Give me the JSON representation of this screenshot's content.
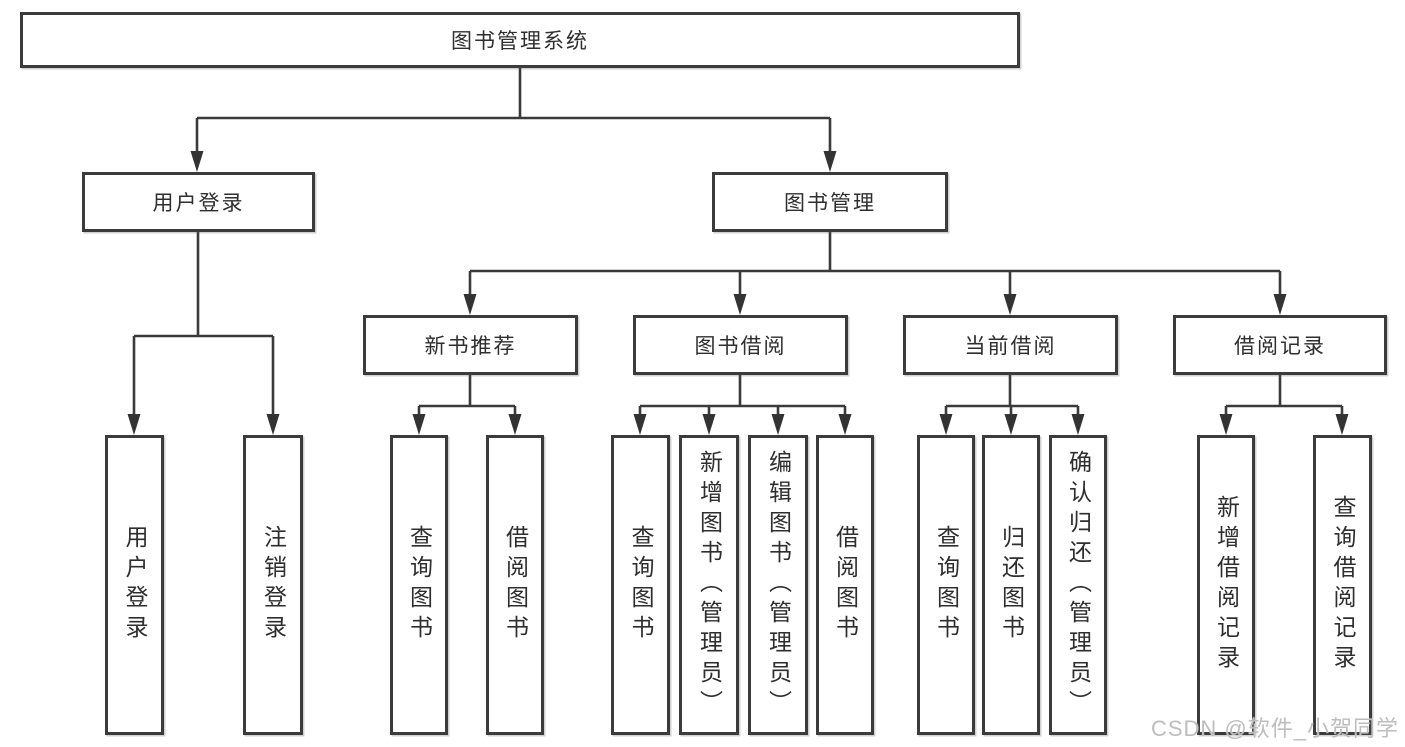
{
  "diagram": {
    "type": "tree-diagram",
    "title": "图书管理系统",
    "watermark": "CSDN @软件_小贺同学"
  },
  "colors": {
    "border": "#3b3b3b",
    "line": "#3a3a3a",
    "text": "#2e2e2e",
    "background": "#ffffff",
    "watermark": "#bdbdbd"
  },
  "nodes": {
    "root": "图书管理系统",
    "user_login": "用户登录",
    "book_mgmt": "图书管理",
    "new_book_rec": "新书推荐",
    "book_borrow": "图书借阅",
    "current_borrow": "当前借阅",
    "borrow_record": "借阅记录",
    "leaf_ul_login": "用户登录",
    "leaf_ul_logout": "注销登录",
    "leaf_nr_query": "查询图书",
    "leaf_nr_borrow": "借阅图书",
    "leaf_bb_query": "查询图书",
    "leaf_bb_add": "新增图书（管理员）",
    "leaf_bb_edit": "编辑图书（管理员）",
    "leaf_bb_borrow": "借阅图书",
    "leaf_cb_query": "查询图书",
    "leaf_cb_return": "归还图书",
    "leaf_cb_confirm": "确认归还（管理员）",
    "leaf_br_add": "新增借阅记录",
    "leaf_br_query": "查询借阅记录"
  },
  "hierarchy": {
    "label": "图书管理系统",
    "children": [
      {
        "label": "用户登录",
        "children": [
          {
            "label": "用户登录"
          },
          {
            "label": "注销登录"
          }
        ]
      },
      {
        "label": "图书管理",
        "children": [
          {
            "label": "新书推荐",
            "children": [
              {
                "label": "查询图书"
              },
              {
                "label": "借阅图书"
              }
            ]
          },
          {
            "label": "图书借阅",
            "children": [
              {
                "label": "查询图书"
              },
              {
                "label": "新增图书（管理员）"
              },
              {
                "label": "编辑图书（管理员）"
              },
              {
                "label": "借阅图书"
              }
            ]
          },
          {
            "label": "当前借阅",
            "children": [
              {
                "label": "查询图书"
              },
              {
                "label": "归还图书"
              },
              {
                "label": "确认归还（管理员）"
              }
            ]
          },
          {
            "label": "借阅记录",
            "children": [
              {
                "label": "新增借阅记录"
              },
              {
                "label": "查询借阅记录"
              }
            ]
          }
        ]
      }
    ]
  }
}
